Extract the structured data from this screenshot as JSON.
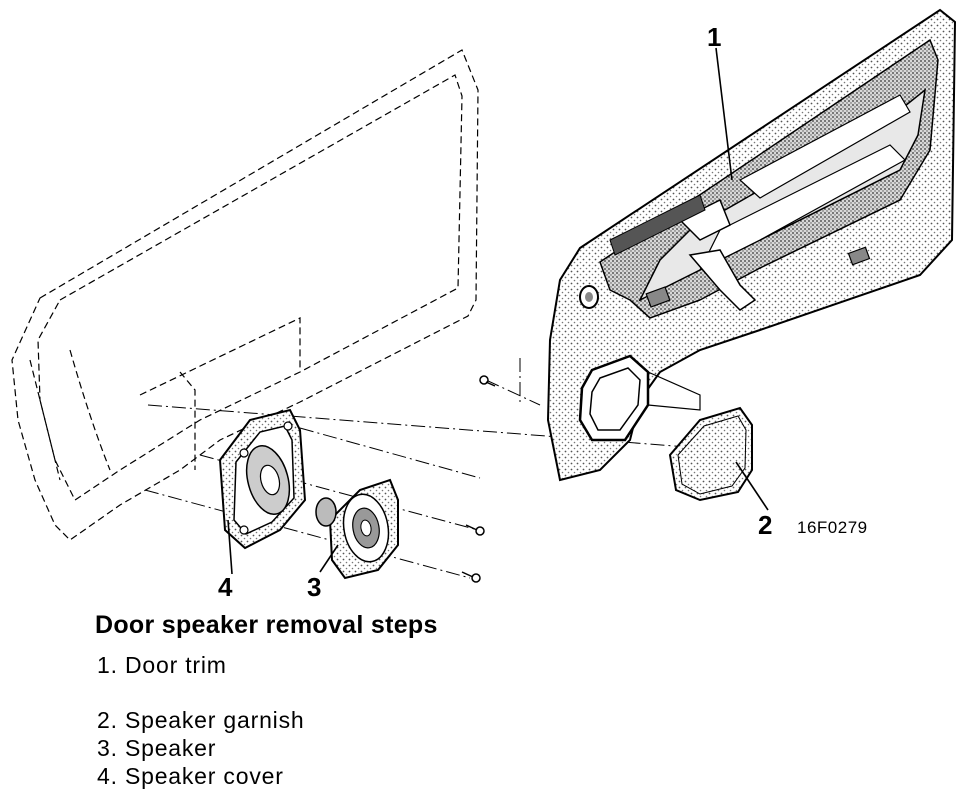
{
  "callouts": {
    "c1": "1",
    "c2": "2",
    "c3": "3",
    "c4": "4"
  },
  "figure_code": "16F0279",
  "steps": {
    "title": "Door speaker removal steps",
    "items": [
      "1. Door trim",
      "2. Speaker garnish",
      "3. Speaker",
      "4. Speaker cover"
    ]
  }
}
